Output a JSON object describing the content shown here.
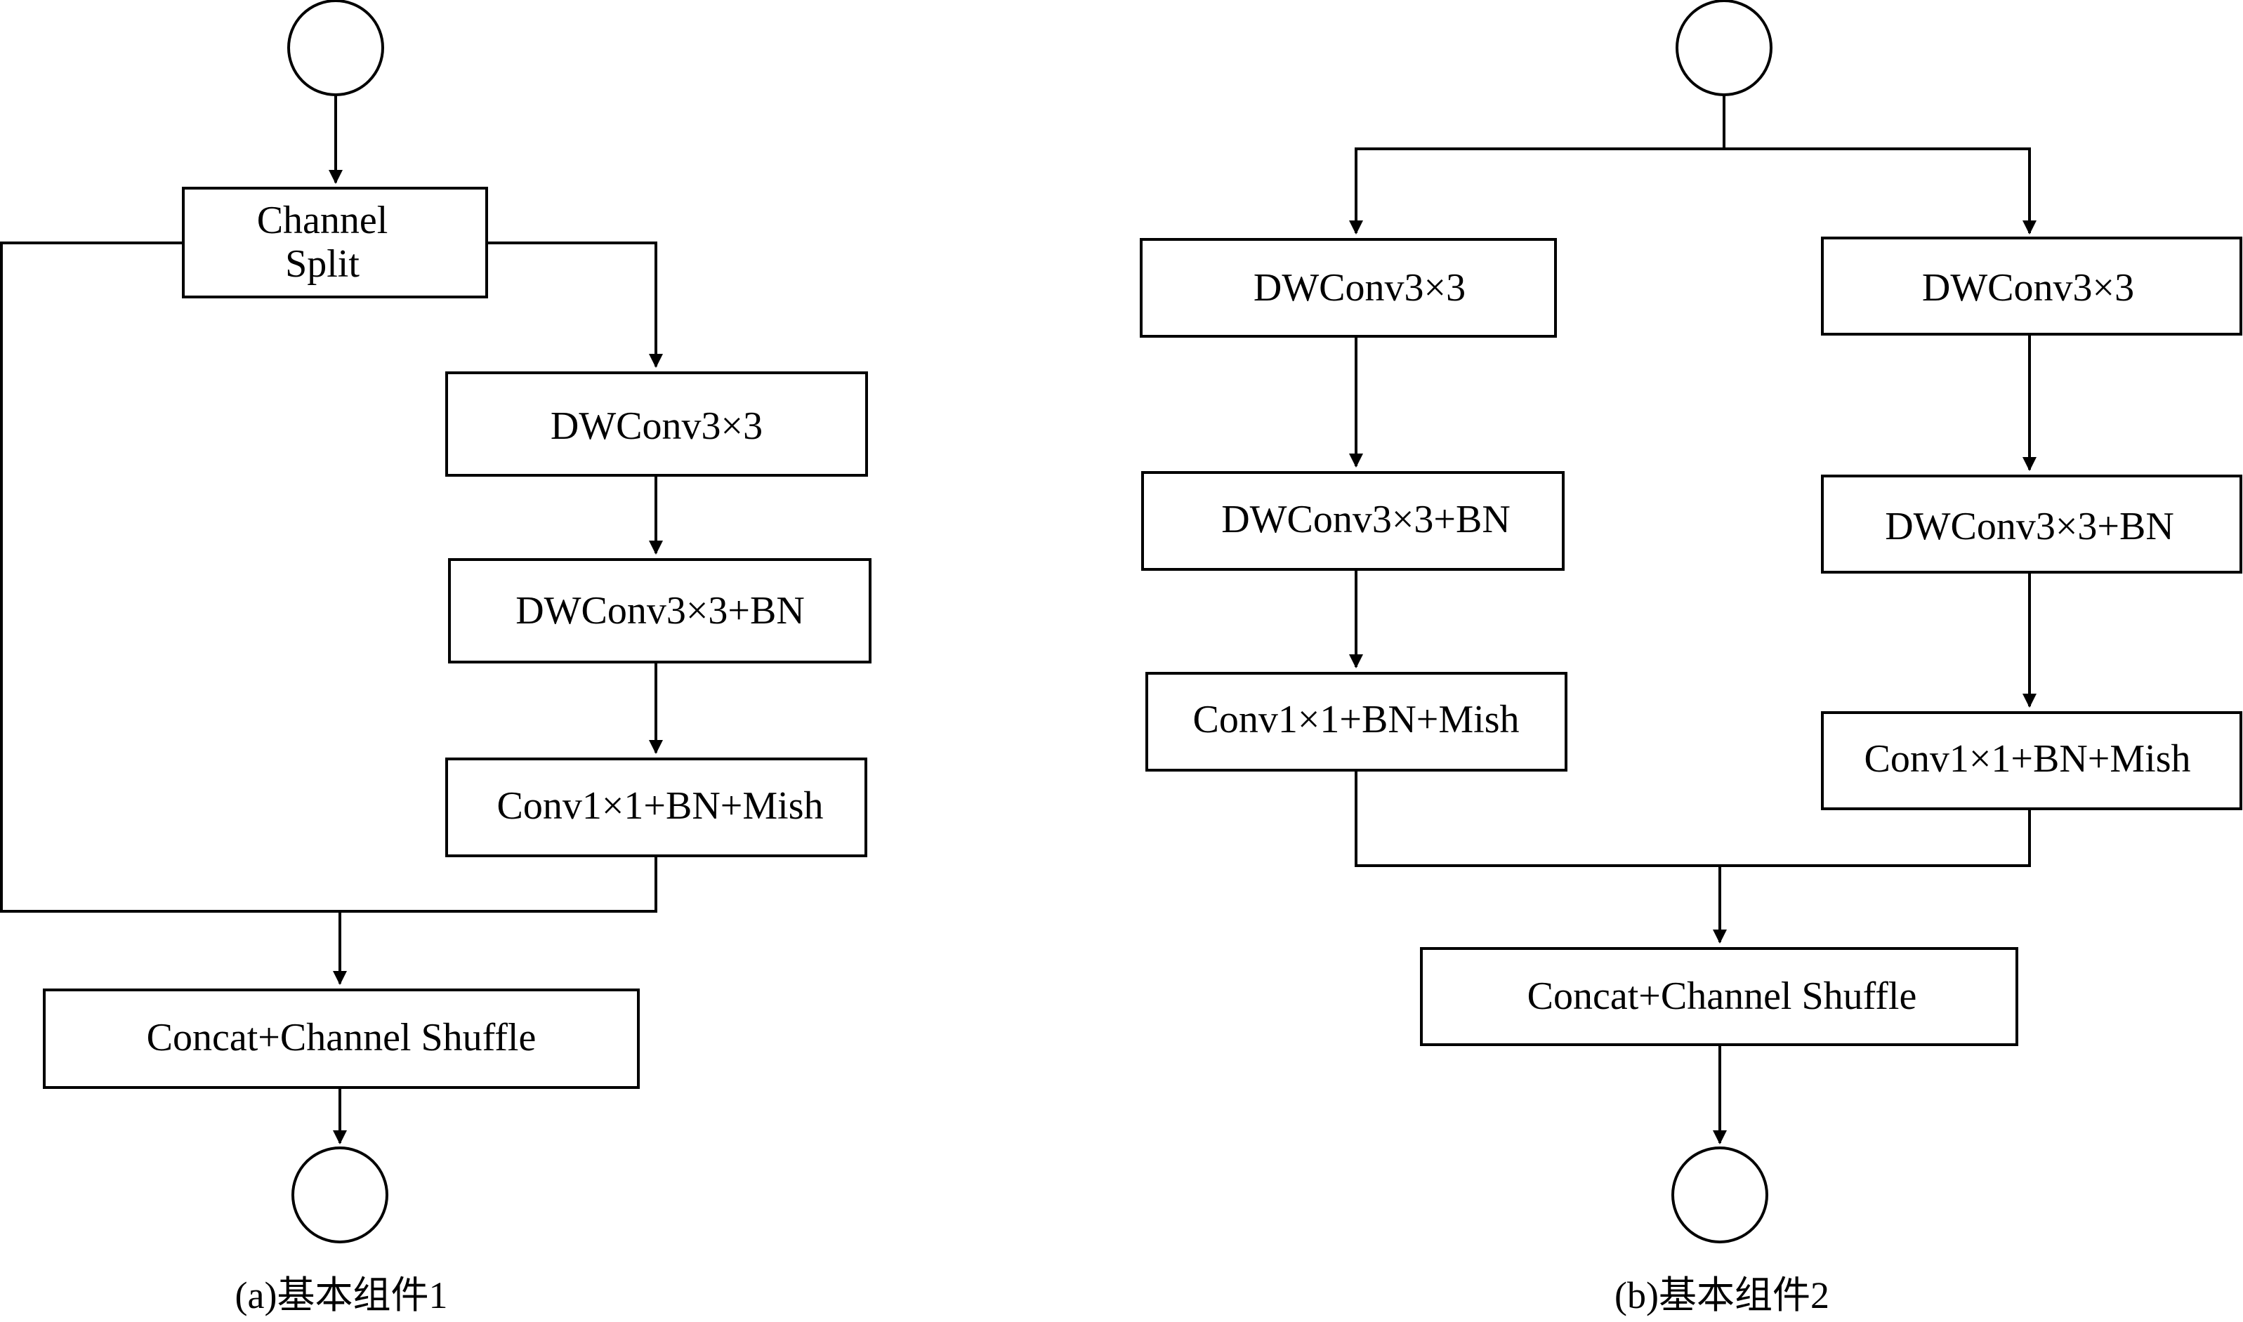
{
  "diagram_a": {
    "split_line1": "Channel",
    "split_line2": "Split",
    "dwconv": "DWConv3×3",
    "dwconv_bn": "DWConv3×3+BN",
    "conv_bn_mish": "Conv1×1+BN+Mish",
    "concat_shuffle": "Concat+Channel Shuffle",
    "caption": "(a)基本组件1"
  },
  "diagram_b": {
    "left_dwconv": "DWConv3×3",
    "left_dwconv_bn": "DWConv3×3+BN",
    "left_conv_bn_mish": "Conv1×1+BN+Mish",
    "right_dwconv": "DWConv3×3",
    "right_dwconv_bn": "DWConv3×3+BN",
    "right_conv_bn_mish": "Conv1×1+BN+Mish",
    "concat_shuffle": "Concat+Channel Shuffle",
    "caption": "(b)基本组件2"
  }
}
